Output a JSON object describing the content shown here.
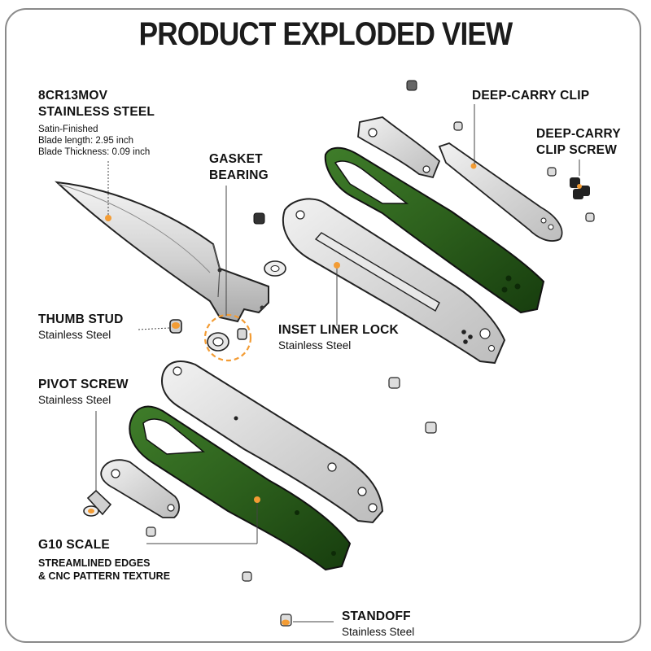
{
  "title": "PRODUCT EXPLODED VIEW",
  "accent_color": "#f39c34",
  "scale_color": "#2f6a1e",
  "steel_color": "#d8d8d8",
  "labels": {
    "blade": {
      "heading_1": "8CR13MOV",
      "heading_2": "STAINLESS STEEL",
      "line_1": "Satin-Finished",
      "line_2": "Blade length:  2.95 inch",
      "line_3": "Blade Thickness:  0.09 inch"
    },
    "gasket": {
      "heading_1": "GASKET",
      "heading_2": "BEARING"
    },
    "thumb_stud": {
      "heading": "THUMB STUD",
      "sub": "Stainless Steel"
    },
    "pivot_screw": {
      "heading": "PIVOT SCREW",
      "sub": "Stainless Steel"
    },
    "g10_scale": {
      "heading": "G10 SCALE",
      "sub_1": "STREAMLINED EDGES",
      "sub_2": "& CNC PATTERN TEXTURE"
    },
    "clip": {
      "heading": "DEEP-CARRY CLIP"
    },
    "clip_screw": {
      "heading_1": "DEEP-CARRY",
      "heading_2": "CLIP SCREW"
    },
    "liner_lock": {
      "heading": "INSET LINER LOCK",
      "sub": "Stainless Steel"
    },
    "standoff": {
      "heading": "STANDOFF",
      "sub": "Stainless Steel"
    }
  }
}
